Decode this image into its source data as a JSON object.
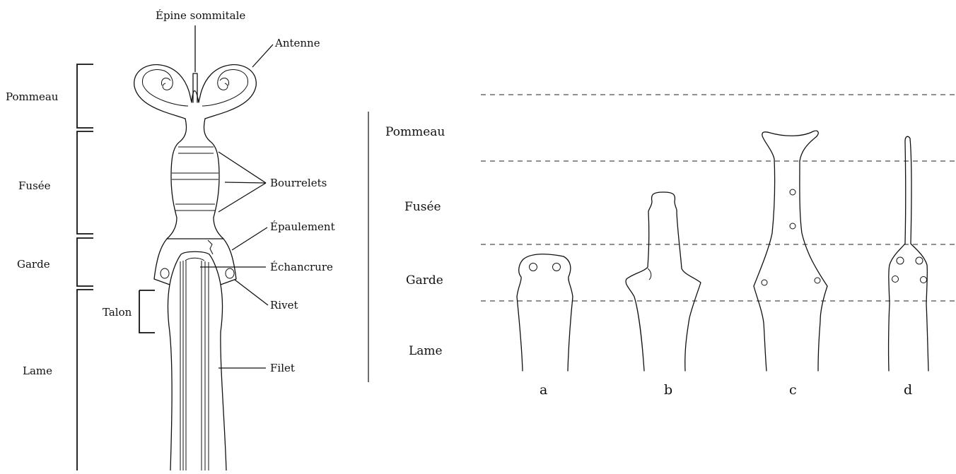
{
  "left_figure": {
    "zones": {
      "pommeau": "Pommeau",
      "fusee": "Fusée",
      "garde": "Garde",
      "lame": "Lame",
      "talon": "Talon"
    },
    "callouts": {
      "epine": "Épine sommitale",
      "antenne": "Antenne",
      "bourrelets": "Bourrelets",
      "epaulement": "Épaulement",
      "echancrure": "Échancrure",
      "rivet": "Rivet",
      "filet": "Filet"
    }
  },
  "right_figure": {
    "zones": {
      "pommeau": "Pommeau",
      "fusee": "Fusée",
      "garde": "Garde",
      "lame": "Lame"
    },
    "types": [
      "a",
      "b",
      "c",
      "d"
    ]
  }
}
